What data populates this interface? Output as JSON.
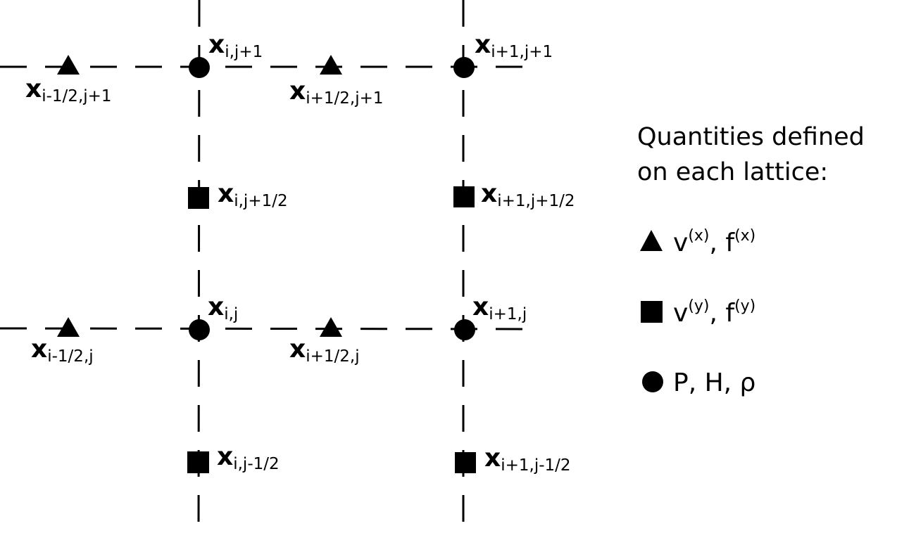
{
  "diagram": {
    "nodes": [
      {
        "id": "x_i_jp1",
        "symbol": "circle",
        "main": "x",
        "sub": "i,j+1"
      },
      {
        "id": "x_ip1_jp1",
        "symbol": "circle",
        "main": "x",
        "sub": "i+1,j+1"
      },
      {
        "id": "x_im12_jp1",
        "symbol": "triangle",
        "main": "x",
        "sub": "i-1/2,j+1"
      },
      {
        "id": "x_ip12_jp1",
        "symbol": "triangle",
        "main": "x",
        "sub": "i+1/2,j+1"
      },
      {
        "id": "x_i_jp12",
        "symbol": "square",
        "main": "x",
        "sub": "i,j+1/2"
      },
      {
        "id": "x_ip1_jp12",
        "symbol": "square",
        "main": "x",
        "sub": "i+1,j+1/2"
      },
      {
        "id": "x_i_j",
        "symbol": "circle",
        "main": "x",
        "sub": "i,j"
      },
      {
        "id": "x_ip1_j",
        "symbol": "circle",
        "main": "x",
        "sub": "i+1,j"
      },
      {
        "id": "x_im12_j",
        "symbol": "triangle",
        "main": "x",
        "sub": "i-1/2,j"
      },
      {
        "id": "x_ip12_j",
        "symbol": "triangle",
        "main": "x",
        "sub": "i+1/2,j"
      },
      {
        "id": "x_i_jm12",
        "symbol": "square",
        "main": "x",
        "sub": "i,j-1/2"
      },
      {
        "id": "x_ip1_jm12",
        "symbol": "square",
        "main": "x",
        "sub": "i+1,j-1/2"
      }
    ]
  },
  "legend": {
    "title_line1": "Quantities defined",
    "title_line2": "on each lattice:",
    "items": [
      {
        "symbol": "triangle",
        "a": "v",
        "a_sup": "(x)",
        "sep": ", ",
        "b": "f",
        "b_sup": "(x)"
      },
      {
        "symbol": "square",
        "a": "v",
        "a_sup": "(y)",
        "sep": ", ",
        "b": "f",
        "b_sup": "(y)"
      },
      {
        "symbol": "circle",
        "text": "P, H, ρ"
      }
    ]
  }
}
